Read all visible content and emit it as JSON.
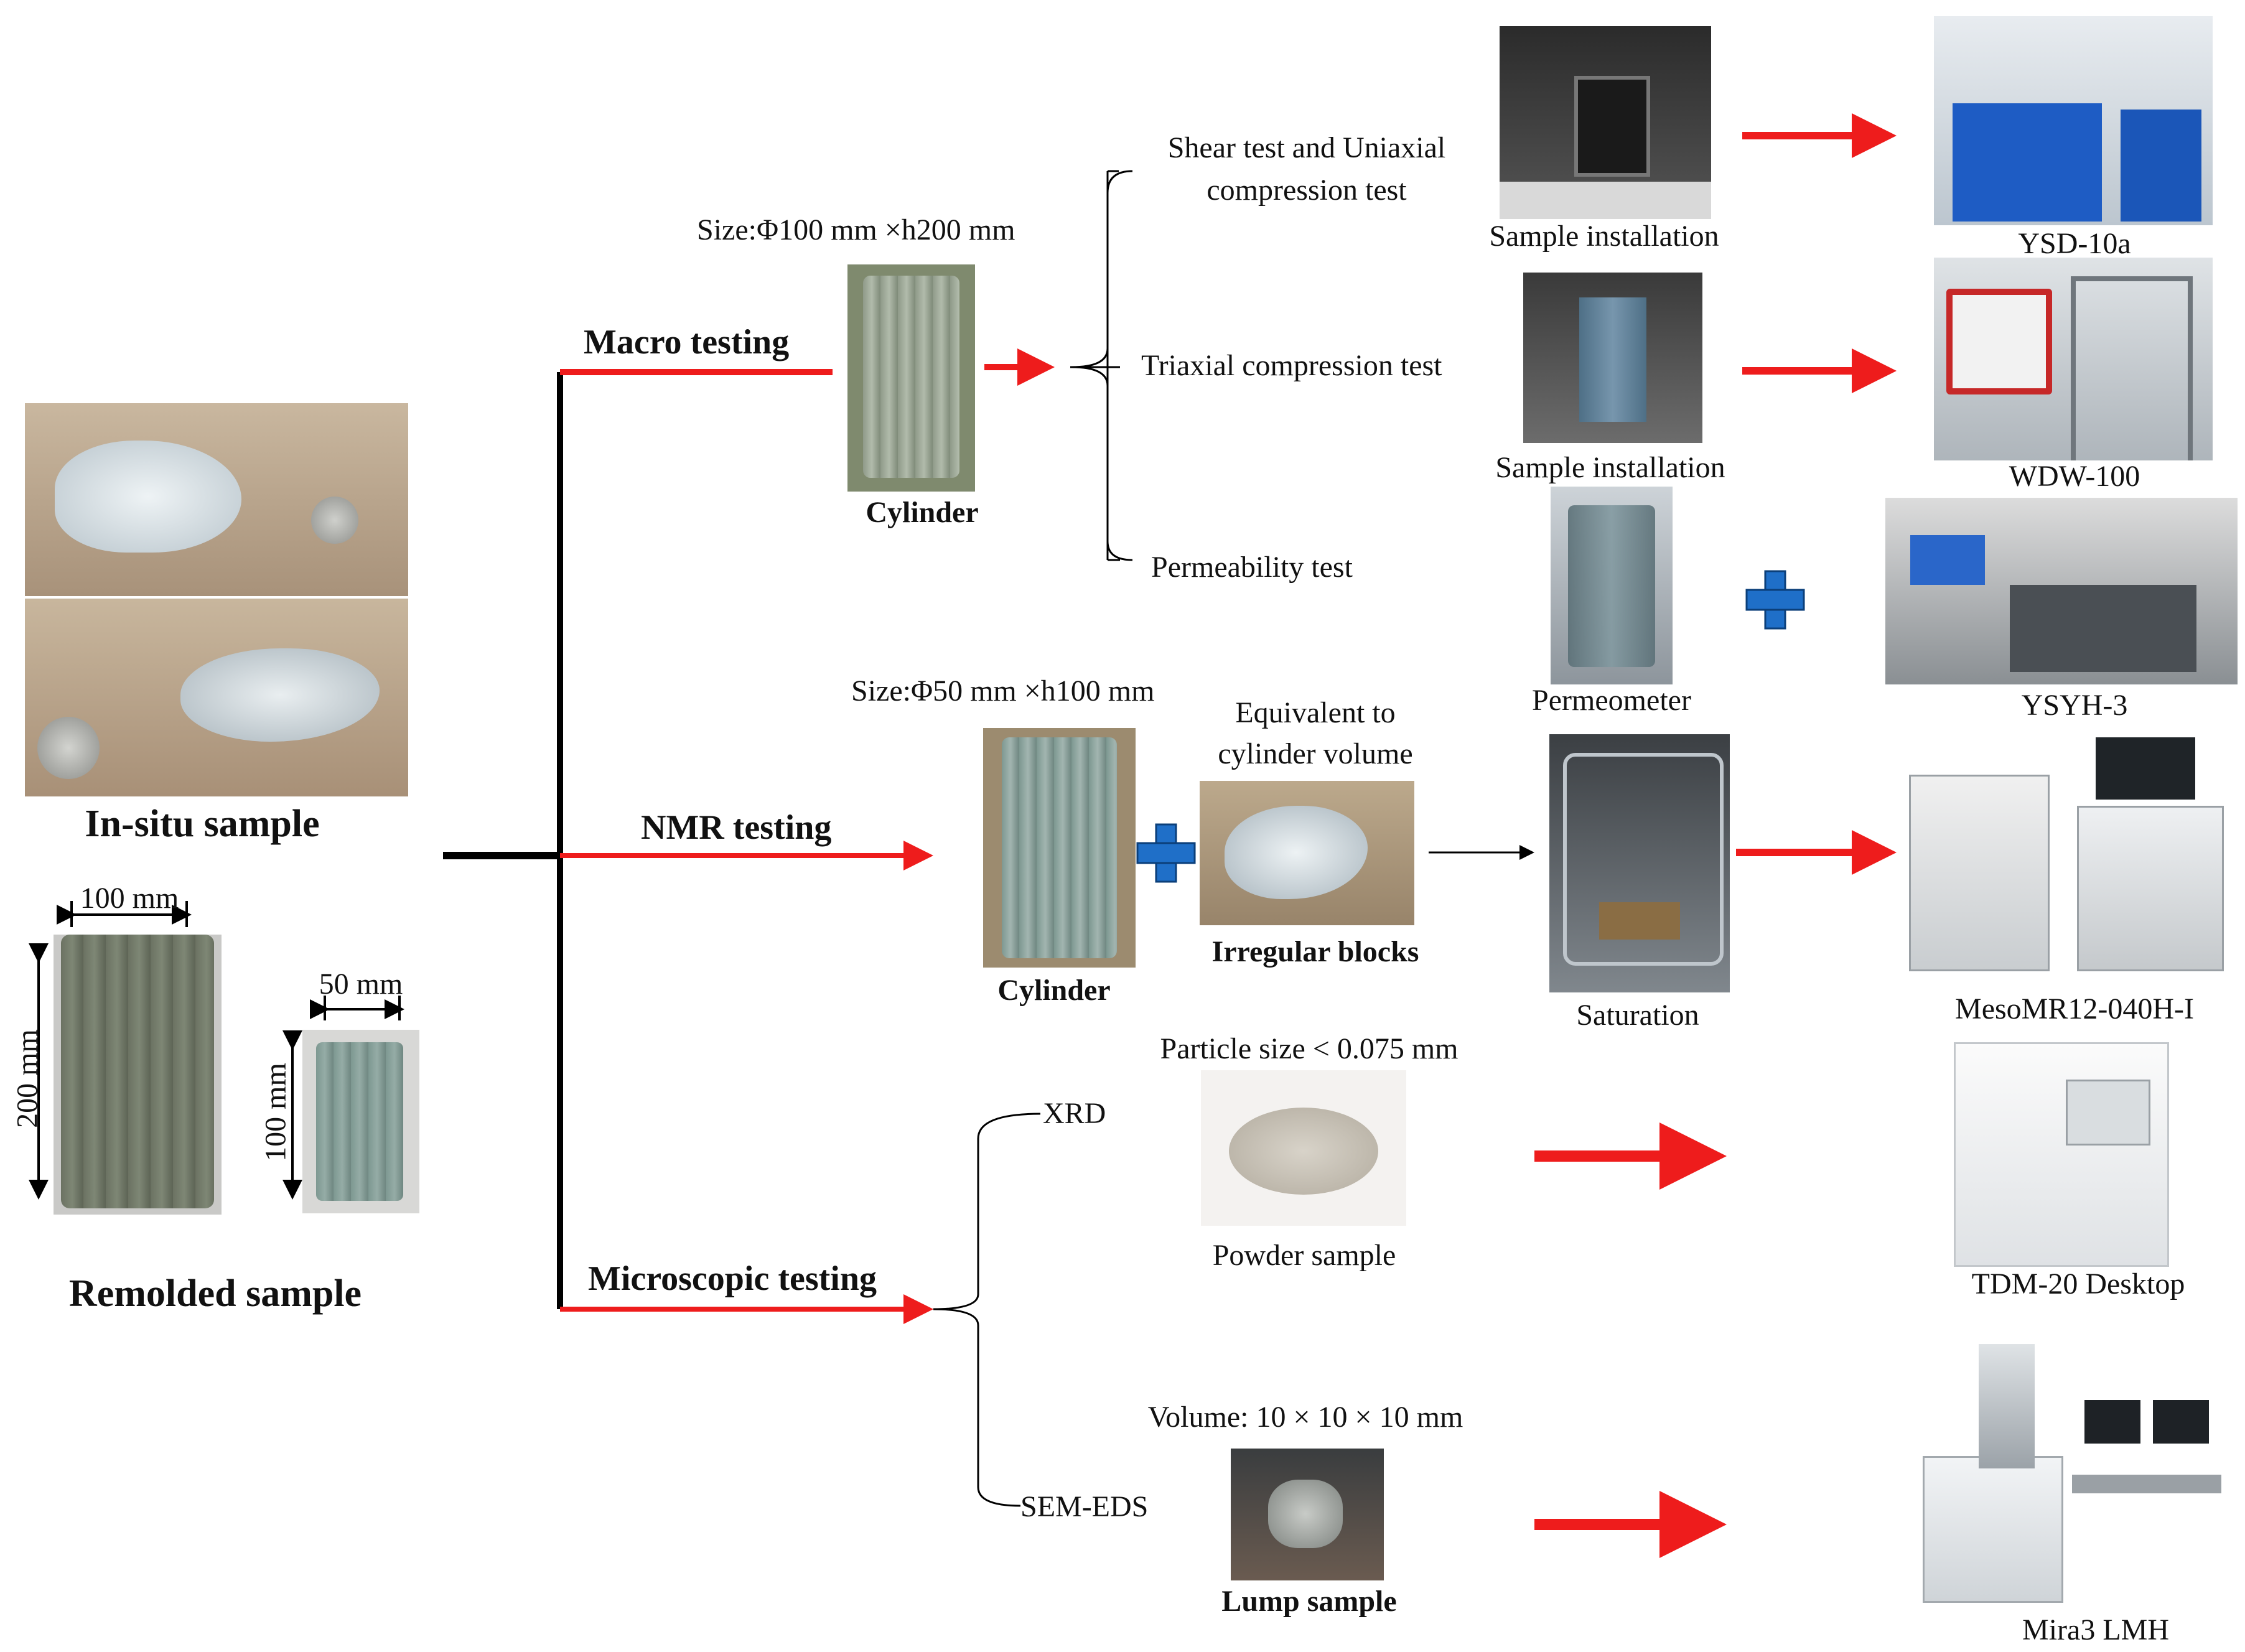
{
  "left": {
    "insitu_label": "In-situ sample",
    "remolded_label": "Remolded sample",
    "dim_100": "100 mm",
    "dim_200": "200 mm",
    "dim_50": "50 mm",
    "dim_100v": "100 mm"
  },
  "branches": {
    "macro": "Macro testing",
    "nmr": "NMR testing",
    "micro": "Microscopic testing"
  },
  "macro": {
    "size": "Size:Φ100 mm ×h200 mm",
    "cylinder": "Cylinder",
    "shear": "Shear test and Uniaxial",
    "shear2": "compression test",
    "triaxial": "Triaxial compression test",
    "permeability": "Permeability test",
    "install1": "Sample installation",
    "install2": "Sample installation",
    "permeometer": "Permeometer",
    "dev1": "YSD-10a",
    "dev2": "WDW-100",
    "dev3": "YSYH-3"
  },
  "nmr": {
    "size": "Size:Φ50 mm ×h100 mm",
    "cylinder": "Cylinder",
    "equiv1": "Equivalent to",
    "equiv2": "cylinder volume",
    "irregular": "Irregular blocks",
    "saturation": "Saturation",
    "device": "MesoMR12-040H-I"
  },
  "micro": {
    "xrd": "XRD",
    "sem": "SEM-EDS",
    "particle": "Particle size < 0.075 mm",
    "powder": "Powder sample",
    "volume": "Volume: 10 × 10 × 10 mm",
    "lump": "Lump sample",
    "xrd_device": "TDM-20 Desktop",
    "sem_device": "Mira3 LMH"
  },
  "colors": {
    "arrow_red": "#ee1c1c",
    "plus_blue": "#1f6fc8",
    "line_black": "#000000"
  }
}
